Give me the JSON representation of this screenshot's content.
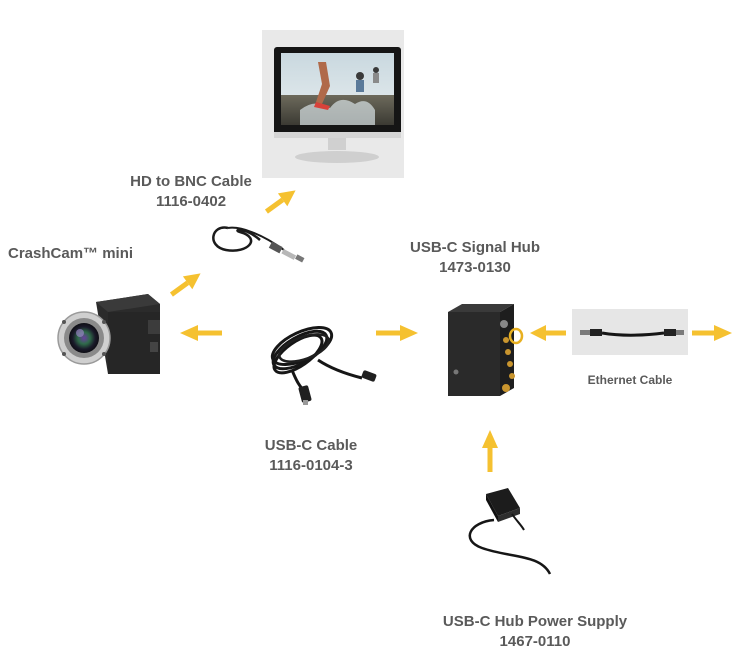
{
  "colors": {
    "arrow": "#f5c130",
    "label": "#5a5a5a",
    "device": "#2b2b2b",
    "panel": "#e6e6e6",
    "connector": "#c9952e"
  },
  "components": {
    "monitor": {
      "icon": "monitor-icon"
    },
    "camera": {
      "name": "CrashCam™ mini",
      "icon": "camera-icon"
    },
    "hd_bnc_cable": {
      "name": "HD to BNC Cable",
      "part": "1116-0402",
      "icon": "coax-cable-icon"
    },
    "usb_c_cable": {
      "name": "USB-C Cable",
      "part": "1116-0104-3",
      "icon": "usb-cable-icon"
    },
    "signal_hub": {
      "name": "USB-C Signal Hub",
      "part": "1473-0130",
      "icon": "hub-icon"
    },
    "ethernet_cable": {
      "name": "Ethernet Cable",
      "icon": "ethernet-cable-icon"
    },
    "power_supply": {
      "name": "USB-C Hub Power Supply",
      "part": "1467-0110",
      "icon": "power-supply-icon"
    }
  }
}
